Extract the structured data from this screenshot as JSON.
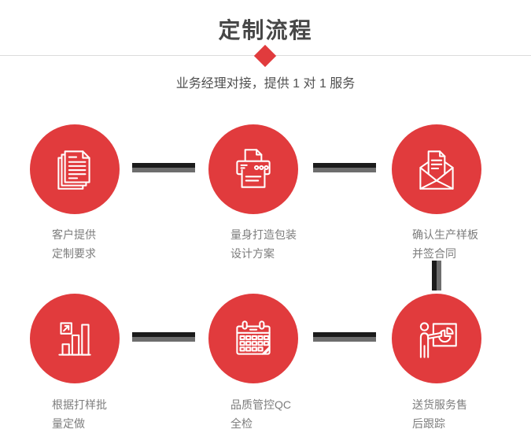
{
  "header": {
    "title": "定制流程",
    "subtitle": "业务经理对接，提供 1 对 1 服务"
  },
  "steps": [
    {
      "icon": "documents-icon",
      "label_line1": "客户提供",
      "label_line2": "定制要求"
    },
    {
      "icon": "printer-icon",
      "label_line1": "量身打造包装",
      "label_line2": "设计方案"
    },
    {
      "icon": "envelope-icon",
      "label_line1": "确认生产样板",
      "label_line2": "并签合同"
    },
    {
      "icon": "bar-chart-icon",
      "label_line1": "根据打样批",
      "label_line2": "量定做"
    },
    {
      "icon": "calendar-icon",
      "label_line1": "品质管控QC",
      "label_line2": "全检"
    },
    {
      "icon": "presentation-icon",
      "label_line1": "送货服务售",
      "label_line2": "后跟踪"
    }
  ],
  "connectors": {
    "horizontal_count": 4,
    "vertical_count": 1,
    "dark_color": "#1b1b1b",
    "gray_color": "#6d6d6d"
  },
  "colors": {
    "accent_red": "#e13b3d",
    "title_color": "#474747",
    "subtitle_color": "#4f4f4f",
    "label_color": "#7d7d7d",
    "divider_color": "#dcdcdc",
    "icon_stroke": "#ffffff",
    "background": "#ffffff"
  }
}
